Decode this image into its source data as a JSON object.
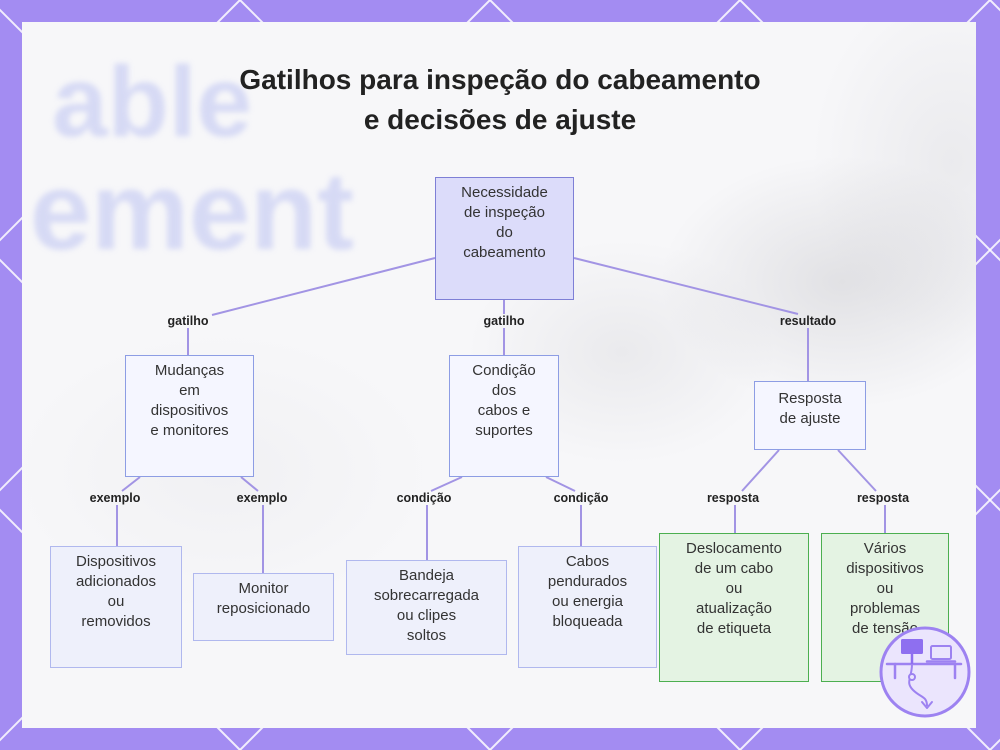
{
  "title": {
    "line1": "Gatilhos para inspeção do cabeamento",
    "line2": "e decisões de ajuste"
  },
  "background_text": {
    "line1": "able",
    "line2": "ement"
  },
  "colors": {
    "frame": "#a38cf2",
    "root_fill": "#dcdcfa",
    "root_border": "#7e7fd6",
    "node_fill": "#f5f6ff",
    "node_border": "#8d9de4",
    "leaf_fill": "#eef0fb",
    "leaf_border": "#b0b8ee",
    "response_fill": "#e4f3e3",
    "response_border": "#4caf50",
    "edge": "#a294e4"
  },
  "nodes": {
    "root": {
      "lines": [
        "Necessidade",
        "de inspeção",
        "do",
        "cabeamento"
      ]
    },
    "mudancas": {
      "lines": [
        "Mudanças",
        "em",
        "dispositivos",
        "e monitores"
      ]
    },
    "condicao": {
      "lines": [
        "Condição",
        "dos",
        "cabos e",
        "suportes"
      ]
    },
    "resposta": {
      "lines": [
        "Resposta",
        "de ajuste"
      ]
    },
    "dispositivos": {
      "lines": [
        "Dispositivos",
        "adicionados",
        "ou",
        "removidos"
      ]
    },
    "monitor": {
      "lines": [
        "Monitor",
        "reposicionado"
      ]
    },
    "bandeja": {
      "lines": [
        "Bandeja",
        "sobrecarregada",
        "ou clipes",
        "soltos"
      ]
    },
    "cabos": {
      "lines": [
        "Cabos",
        "pendurados",
        "ou energia",
        "bloqueada"
      ]
    },
    "deslocamento": {
      "lines": [
        "Deslocamento",
        "de um cabo",
        "ou",
        "atualização",
        "de etiqueta"
      ]
    },
    "varios": {
      "lines": [
        "Vários",
        "dispositivos",
        "ou",
        "problemas",
        "de tensão"
      ]
    }
  },
  "edges": {
    "root_mudancas": "gatilho",
    "root_condicao": "gatilho",
    "root_resposta": "resultado",
    "mudancas_dispositivos": "exemplo",
    "mudancas_monitor": "exemplo",
    "condicao_bandeja": "condição",
    "condicao_cabos": "condição",
    "resposta_deslocamento": "resposta",
    "resposta_varios": "resposta"
  },
  "icons": {
    "corner_illustration": "workstation-network-icon"
  }
}
